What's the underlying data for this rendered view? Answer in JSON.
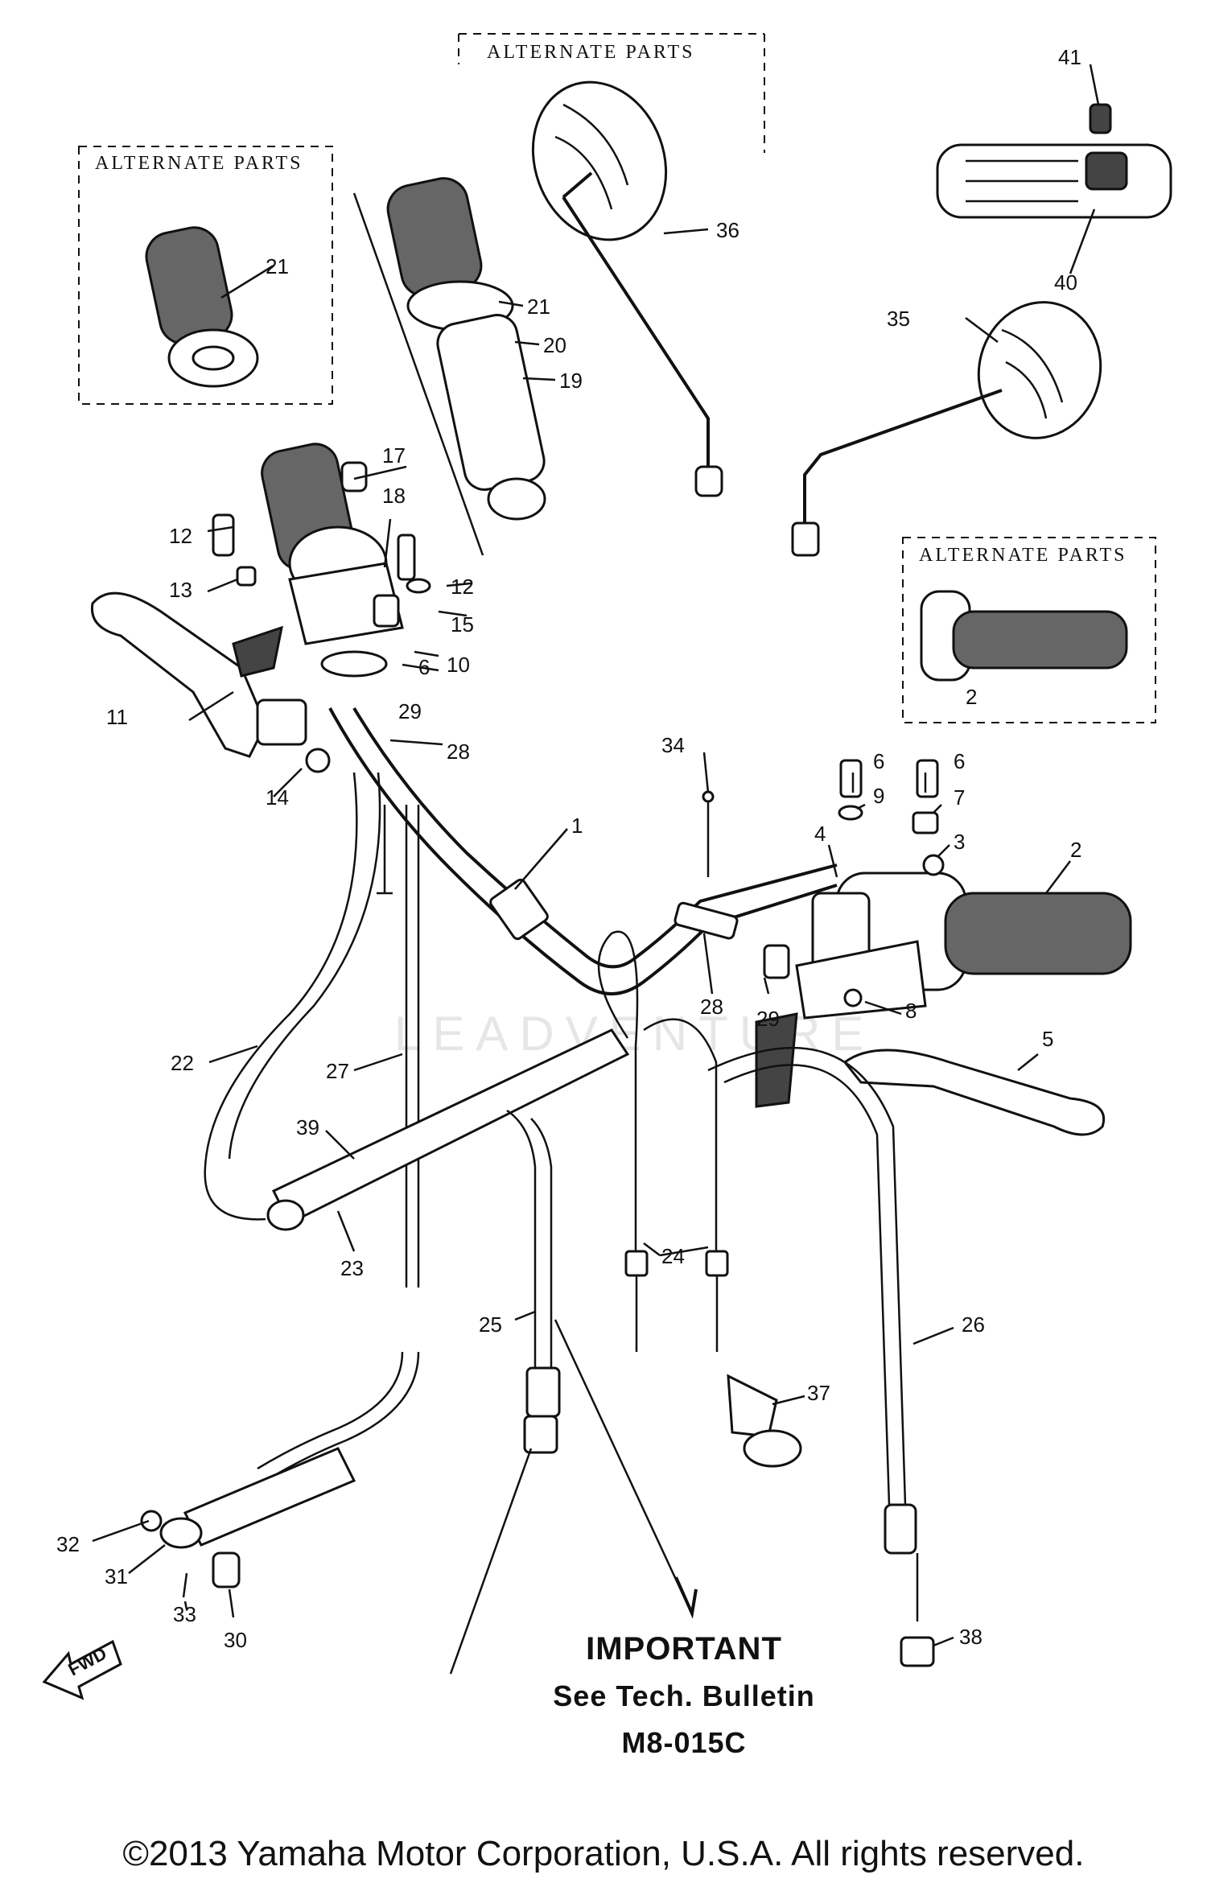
{
  "alternate_parts_label": "ALTERNATE PARTS",
  "important": {
    "title": "IMPORTANT",
    "line2": "See Tech. Bulletin",
    "line3": "M8-015C"
  },
  "fwd_label": "FWD",
  "watermark": "LEADVENTURE",
  "copyright": "©2013 Yamaha Motor Corporation, U.S.A. All rights reserved.",
  "part_labels": {
    "p1": "1",
    "p2a": "2",
    "p2b": "2",
    "p3": "3",
    "p4": "4",
    "p5": "5",
    "p6a": "6",
    "p6b": "6",
    "p6c": "6",
    "p7": "7",
    "p8": "8",
    "p9": "9",
    "p10": "10",
    "p11": "11",
    "p12a": "12",
    "p12b": "12",
    "p13": "13",
    "p14": "14",
    "p15": "15",
    "p17": "17",
    "p18": "18",
    "p19": "19",
    "p20": "20",
    "p21a": "21",
    "p21b": "21",
    "p22": "22",
    "p23": "23",
    "p24": "24",
    "p25": "25",
    "p26": "26",
    "p27": "27",
    "p28a": "28",
    "p28b": "28",
    "p29a": "29",
    "p29b": "29",
    "p30": "30",
    "p31": "31",
    "p32": "32",
    "p33": "33",
    "p34": "34",
    "p35": "35",
    "p36": "36",
    "p37": "37",
    "p38": "38",
    "p39": "39",
    "p40": "40",
    "p41": "41"
  }
}
